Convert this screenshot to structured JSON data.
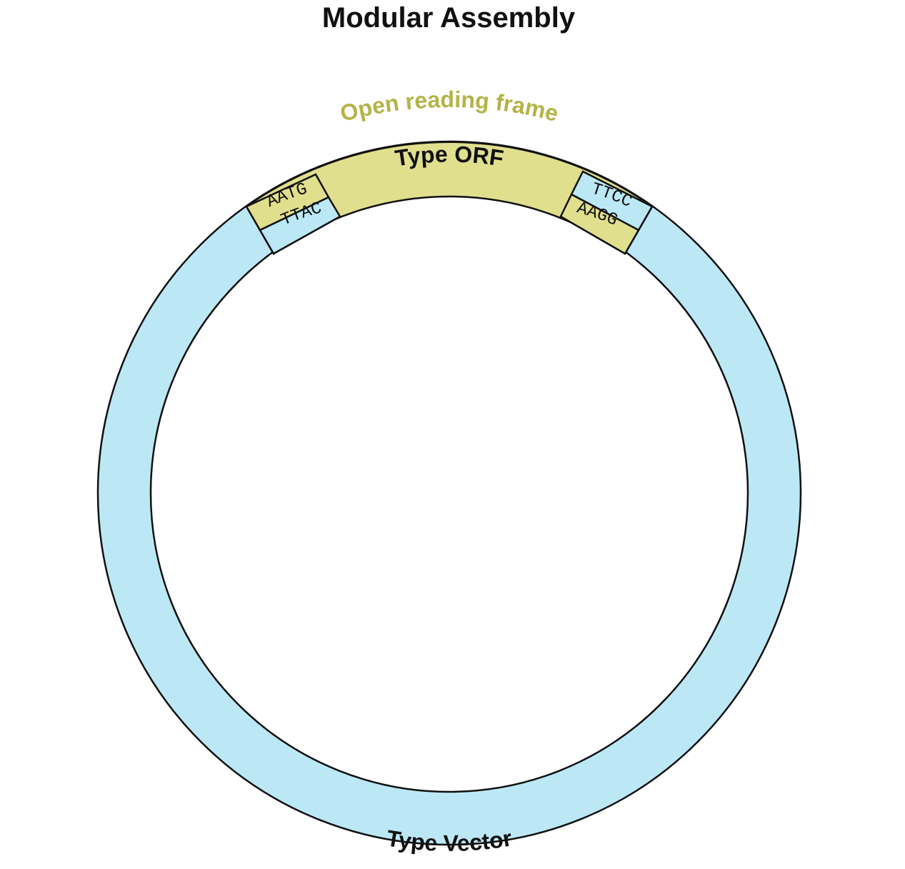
{
  "title": "Modular Assembly",
  "colors": {
    "vector": "#bce8f6",
    "orf": "#e0df8e",
    "outline": "#111111",
    "orf_caption": "#b4b348",
    "text": "#111111"
  },
  "labels": {
    "orf_caption": "Open reading frame",
    "orf": "Type ORF",
    "vector": "Type Vector"
  },
  "overhangs": {
    "left_top": "AATG",
    "left_bottom": "TTAC",
    "right_top": "TTCC",
    "right_bottom": "AAGG"
  }
}
